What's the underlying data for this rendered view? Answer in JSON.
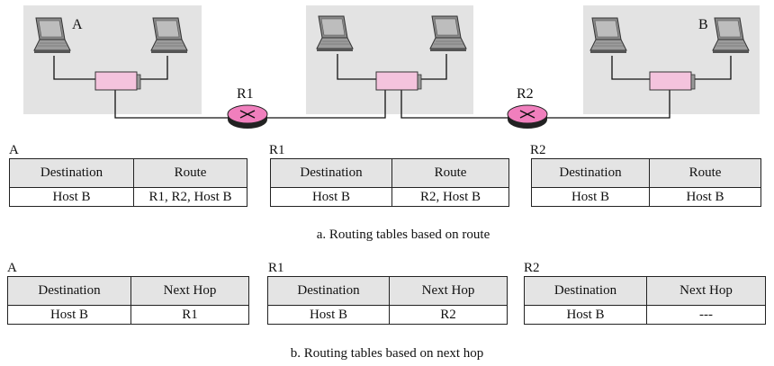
{
  "network": {
    "host_a_label": "A",
    "host_b_label": "B",
    "router_1_label": "R1",
    "router_2_label": "R2"
  },
  "section_a": {
    "caption": "a. Routing tables based on route",
    "tables": [
      {
        "label": "A",
        "headers": [
          "Destination",
          "Route"
        ],
        "row": [
          "Host B",
          "R1, R2, Host B"
        ]
      },
      {
        "label": "R1",
        "headers": [
          "Destination",
          "Route"
        ],
        "row": [
          "Host B",
          "R2, Host B"
        ]
      },
      {
        "label": "R2",
        "headers": [
          "Destination",
          "Route"
        ],
        "row": [
          "Host B",
          "Host B"
        ]
      }
    ]
  },
  "section_b": {
    "caption": "b. Routing tables based on next hop",
    "tables": [
      {
        "label": "A",
        "headers": [
          "Destination",
          "Next Hop"
        ],
        "row": [
          "Host B",
          "R1"
        ]
      },
      {
        "label": "R1",
        "headers": [
          "Destination",
          "Next Hop"
        ],
        "row": [
          "Host B",
          "R2"
        ]
      },
      {
        "label": "R2",
        "headers": [
          "Destination",
          "Next Hop"
        ],
        "row": [
          "Host B",
          "---"
        ]
      }
    ]
  },
  "colors": {
    "lan_background": "#e3e3e3",
    "switch_fill": "#f4c3dd",
    "router_fill": "#f07fbd",
    "header_fill": "#e4e4e4"
  }
}
